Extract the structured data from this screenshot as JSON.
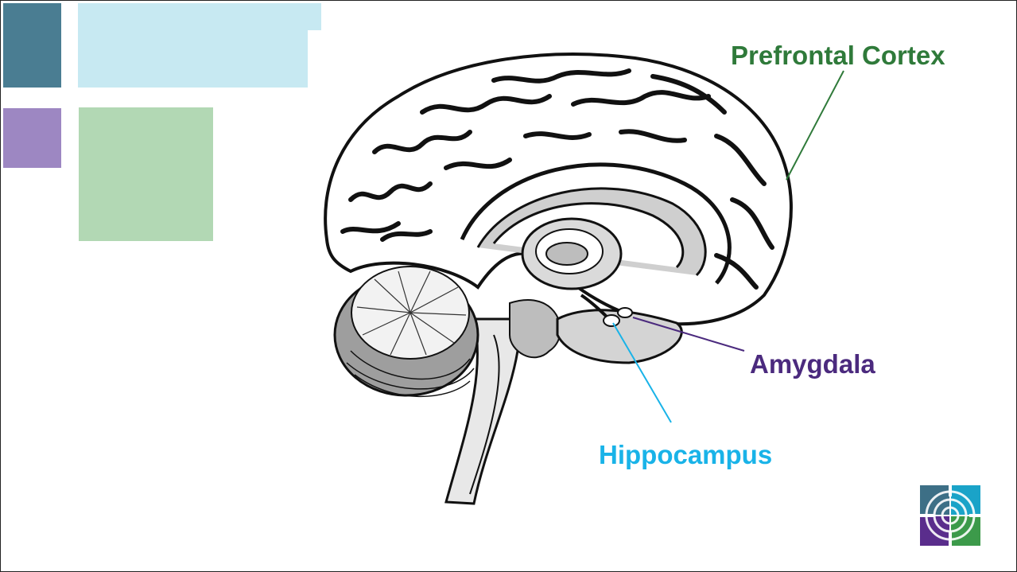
{
  "colors": {
    "teal": "#4a7d92",
    "light_blue": "#c7e9f2",
    "purple": "#9d87c2",
    "light_green": "#b2d8b4",
    "prefrontal": "#2f7a3a",
    "amygdala": "#4b2a7e",
    "hippocampus": "#19b3e8"
  },
  "labels": {
    "prefrontal_cortex": "Prefrontal Cortex",
    "amygdala": "Amygdala",
    "hippocampus": "Hippocampus"
  },
  "icons": {
    "brain": "brain-sagittal-illustration",
    "logo": "circular-maze-logo"
  }
}
